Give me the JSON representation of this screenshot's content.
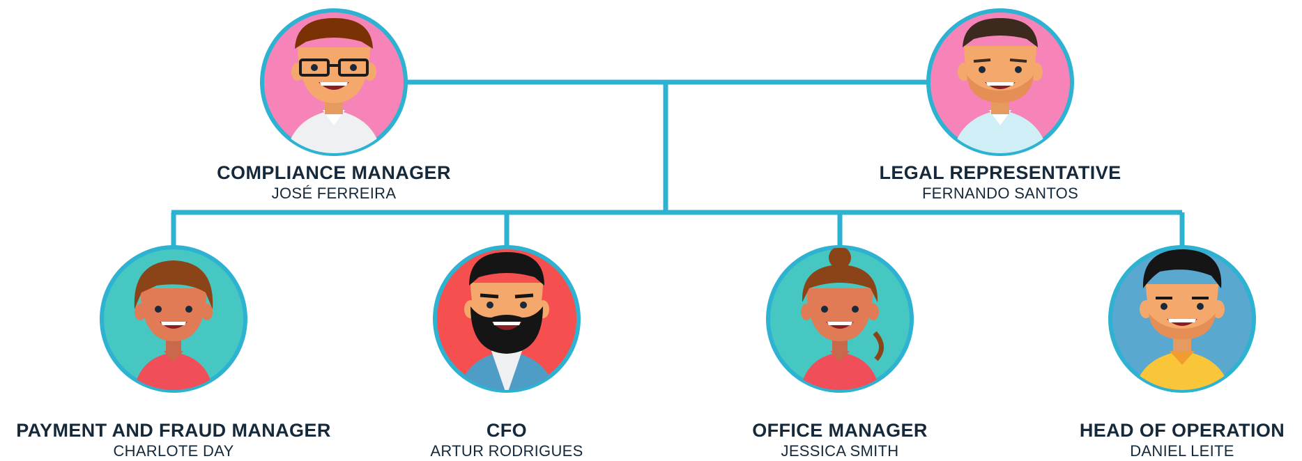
{
  "colors": {
    "connector": "#2db2d2",
    "ring": "#2db2d2",
    "text": "#15293a"
  },
  "top_nodes": [
    {
      "role": "COMPLIANCE MANAGER",
      "name": "JOSÉ FERREIRA",
      "avatar": "man-with-glasses-avatar",
      "background": "#f684b8",
      "skin": "#f5a86c",
      "hair": "#7a3205",
      "shirt": "#eef0f2"
    },
    {
      "role": "LEGAL REPRESENTATIVE",
      "name": "FERNANDO SANTOS",
      "avatar": "man-with-stubble-avatar",
      "background": "#f684b8",
      "skin": "#f5a86c",
      "hair": "#3b2a1d",
      "shirt": "#cfeef6"
    }
  ],
  "bottom_nodes": [
    {
      "role": "PAYMENT AND FRAUD MANAGER",
      "name": "CHARLOTE DAY",
      "avatar": "woman-short-hair-avatar",
      "background": "#47c7c2",
      "skin": "#e07b55",
      "hair": "#8a4418",
      "shirt": "#f04f5a"
    },
    {
      "role": "CFO",
      "name": "ARTUR RODRIGUES",
      "avatar": "bearded-man-avatar",
      "background": "#f5504f",
      "skin": "#f5a86c",
      "hair": "#151515",
      "shirt": "#4f9cc7"
    },
    {
      "role": "OFFICE MANAGER",
      "name": "JESSICA SMITH",
      "avatar": "woman-with-bun-avatar",
      "background": "#47c7c2",
      "skin": "#e07b55",
      "hair": "#8a4418",
      "shirt": "#f04f5a"
    },
    {
      "role": "HEAD OF OPERATION",
      "name": "DANIEL LEITE",
      "avatar": "man-black-hair-avatar",
      "background": "#5aa7cf",
      "skin": "#f5a86c",
      "hair": "#151515",
      "shirt": "#f9c63a"
    }
  ]
}
